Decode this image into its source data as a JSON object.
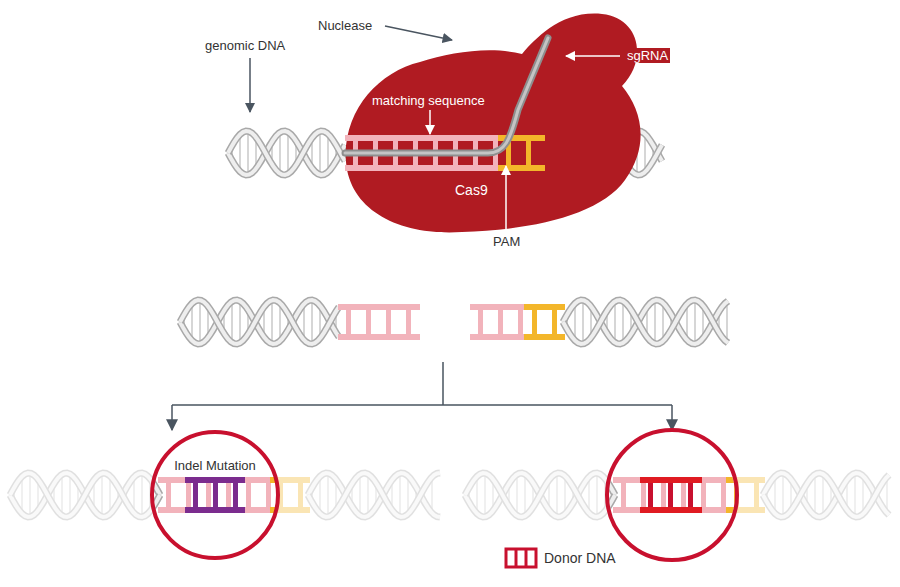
{
  "diagram": {
    "nodes": [
      {
        "text": [
          "Cas9"
        ]
      },
      {
        "text": [
          "Indel Mutation"
        ]
      }
    ],
    "labels": [
      "Nuclease",
      "genomic DNA",
      "sgRNA",
      "matching sequence",
      "PAM"
    ],
    "legend": [
      {
        "text": "Donor DNA"
      }
    ]
  }
}
